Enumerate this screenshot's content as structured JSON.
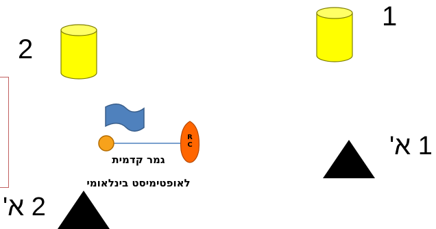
{
  "marks": {
    "mark_1": {
      "label": "1",
      "color": "#ffff00"
    },
    "mark_2": {
      "label": "2",
      "color": "#ffff00"
    },
    "mark_1a": {
      "label": "1 א'",
      "color": "#000000"
    },
    "mark_2a": {
      "label": "2 א'",
      "color": "#000000"
    }
  },
  "finish": {
    "label": "גמר קדמית",
    "committee_boat": {
      "text_top": "R",
      "text_bottom": "C",
      "color": "#ff6600"
    },
    "pin_buoy": {
      "color": "#f7a21b"
    },
    "flag": {
      "color": "#4f81bd"
    }
  },
  "class_label": "לאופטימיסט בינלאומי"
}
